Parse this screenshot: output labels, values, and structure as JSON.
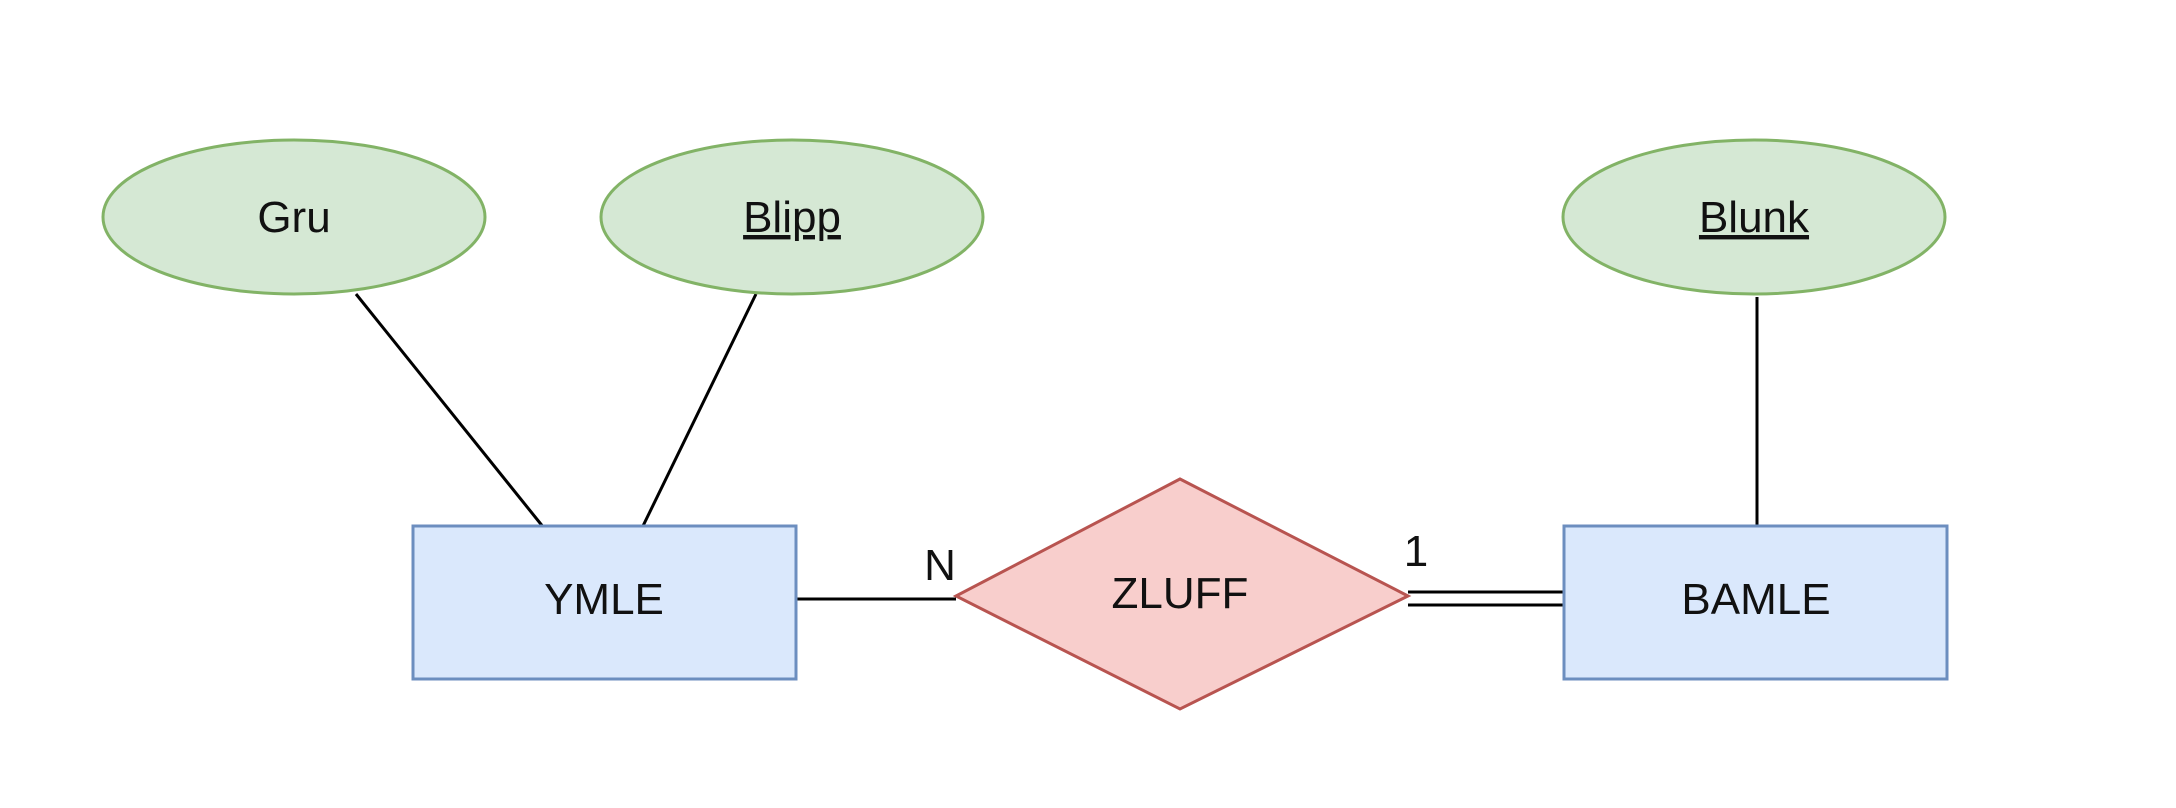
{
  "diagram": {
    "entities": [
      {
        "id": "ymle",
        "label": "YMLE"
      },
      {
        "id": "bamle",
        "label": "BAMLE"
      }
    ],
    "relationships": [
      {
        "id": "zluff",
        "label": "ZLUFF"
      }
    ],
    "attributes": [
      {
        "id": "gru",
        "label": "Gru",
        "key": false,
        "owner": "YMLE"
      },
      {
        "id": "blipp",
        "label": "Blipp",
        "key": true,
        "owner": "YMLE"
      },
      {
        "id": "blunk",
        "label": "Blunk",
        "key": true,
        "owner": "BAMLE"
      }
    ],
    "connections": [
      {
        "from": "YMLE",
        "to": "ZLUFF",
        "cardinality": "N",
        "participation": "partial"
      },
      {
        "from": "ZLUFF",
        "to": "BAMLE",
        "cardinality": "1",
        "participation": "total"
      }
    ],
    "colors": {
      "entity_fill": "#dae8fc",
      "entity_stroke": "#6c8ebf",
      "relationship_fill": "#f8cecc",
      "relationship_stroke": "#b85450",
      "attribute_fill": "#d5e8d4",
      "attribute_stroke": "#82b366",
      "line": "#000000"
    }
  }
}
